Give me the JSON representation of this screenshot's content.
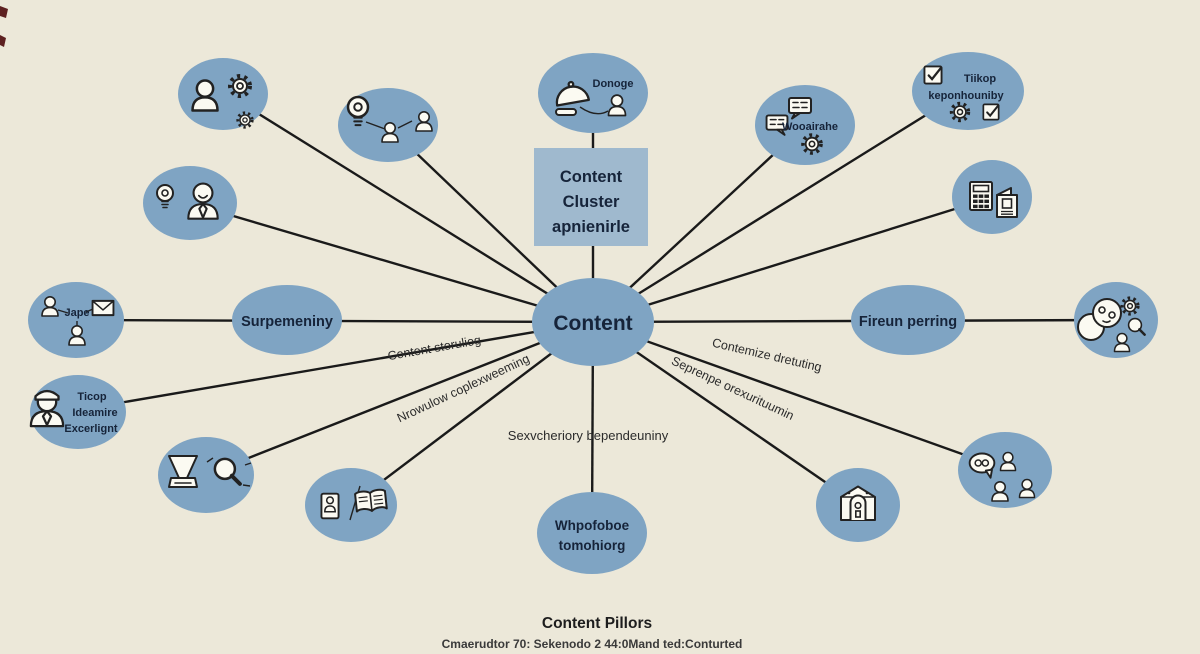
{
  "center": {
    "label": "Content"
  },
  "cluster_box": {
    "line1": "Content",
    "line2": "Cluster",
    "line3": "apnienirle"
  },
  "node_labels": {
    "donoge": "Donoge",
    "wooairahe": "Wooairahe",
    "tiikop_line1": "Tiikop",
    "tiikop_line2": "keponhouniby",
    "jape": "Jape",
    "surpemeniny": "Surpemeniny",
    "fireun": "Fireun perring",
    "ticop_line1": "Ticop",
    "ticop_line2": "Ideamire",
    "ticop_line3": "Excerlignt",
    "whpofoboe_line1": "Whpofoboe",
    "whpofoboe_line2": "tomohiorg"
  },
  "edge_labels": {
    "left_upper": "Content storuliog",
    "left_lower": "Nrowulow coplexweeming",
    "bottom_center": "Sexvcheriory bependeuniny",
    "right_upper": "Contemize dretuting",
    "right_lower": "Seprenpe orexurituumin"
  },
  "caption": {
    "title": "Content Pillors",
    "subtitle": "Cmaerudtor 70: Sekenodo 2 44:0Mand ted:Conturted"
  },
  "colors": {
    "background": "#ece8d9",
    "node_fill": "#7fa4c3",
    "box_fill": "#9fb9ce",
    "line": "#1a1a1a",
    "text_dark": "#16243a"
  }
}
